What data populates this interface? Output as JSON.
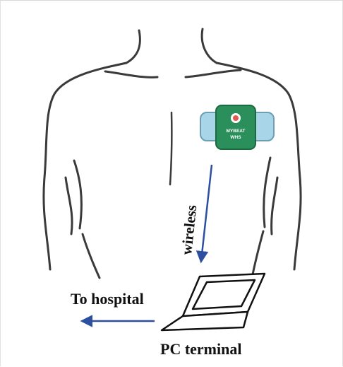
{
  "labels": {
    "wireless": "wireless",
    "to_hospital": "To hospital",
    "pc_terminal": "PC terminal"
  },
  "device": {
    "name": "device-logo-text",
    "line1": "MYBEAT",
    "line2": "WHS",
    "body_color": "#2a8f5a",
    "strap_color": "#a9d5e8",
    "logo_color": "#e05a4e"
  },
  "colors": {
    "outline": "#3a3a3a",
    "arrow": "#2d4fa0",
    "text": "#111111"
  }
}
